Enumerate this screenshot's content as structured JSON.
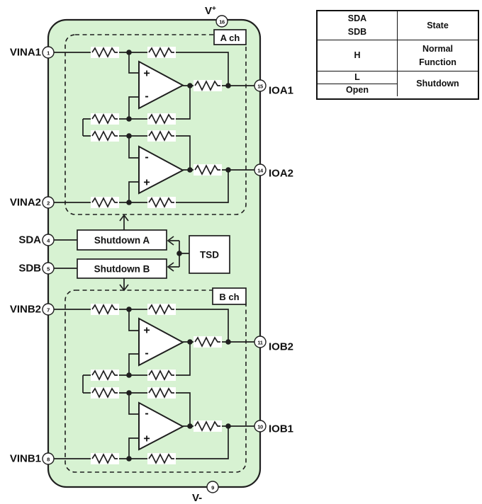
{
  "pins": {
    "vina1": {
      "label": "VINA1",
      "num": "1"
    },
    "vina2": {
      "label": "VINA2",
      "num": "2"
    },
    "sda": {
      "label": "SDA",
      "num": "4"
    },
    "sdb": {
      "label": "SDB",
      "num": "5"
    },
    "vinb2": {
      "label": "VINB2",
      "num": "7"
    },
    "vinb1": {
      "label": "VINB1",
      "num": "8"
    },
    "ioa1": {
      "label": "IOA1",
      "num": "15"
    },
    "ioa2": {
      "label": "IOA2",
      "num": "14"
    },
    "iob2": {
      "label": "IOB2",
      "num": "11"
    },
    "iob1": {
      "label": "IOB1",
      "num": "10"
    },
    "vplus": {
      "base": "V",
      "sup": "+",
      "num": "16"
    },
    "vminus": {
      "label": "V-",
      "num": "9"
    }
  },
  "blocks": {
    "channel_a": "A ch",
    "channel_b": "B ch",
    "shutdown_a": "Shutdown A",
    "shutdown_b": "Shutdown B",
    "tsd": "TSD"
  },
  "opamps": {
    "a1": {
      "top": "+",
      "bottom": "-"
    },
    "a2": {
      "top": "-",
      "bottom": "+"
    },
    "b1": {
      "top": "+",
      "bottom": "-"
    },
    "b2": {
      "top": "-",
      "bottom": "+"
    }
  },
  "truth_table": {
    "header": {
      "col1_line1": "SDA",
      "col1_line2": "SDB",
      "col2": "State"
    },
    "row_h": {
      "input": "H",
      "state_line1": "Normal",
      "state_line2": "Function"
    },
    "row_l": {
      "input": "L"
    },
    "row_open": {
      "input": "Open"
    },
    "shutdown_state": "Shutdown"
  },
  "colors": {
    "body_fill": "#d7f2d2",
    "line": "#1f1f1f"
  }
}
